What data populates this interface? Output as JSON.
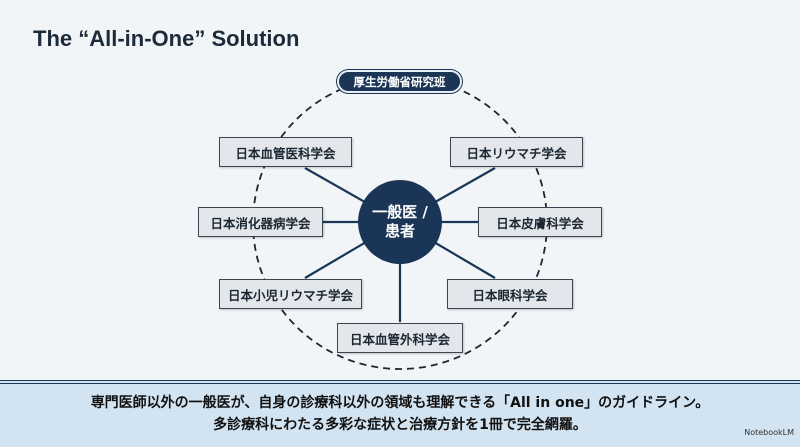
{
  "title": "The “All-in-One” Solution",
  "top_label": "厚生労働省研究班",
  "center": {
    "line1": "一般医 /",
    "line2": "患者"
  },
  "societies": {
    "vascular_medicine": "日本血管医科学会",
    "rheumatology": "日本リウマチ学会",
    "gastroenterology": "日本消化器病学会",
    "dermatology": "日本皮膚科学会",
    "pediatric_rheumatology": "日本小児リウマチ学会",
    "ophthalmology": "日本眼科学会",
    "vascular_surgery": "日本血管外科学会"
  },
  "footer": {
    "line1": "専門医師以外の一般医が、自身の診療科以外の領域も理解できる「All in one」のガイドライン。",
    "line2": "多診療科にわたる多彩な症状と治療方針を1冊で完全網羅。",
    "badge": "NotebookLM"
  }
}
